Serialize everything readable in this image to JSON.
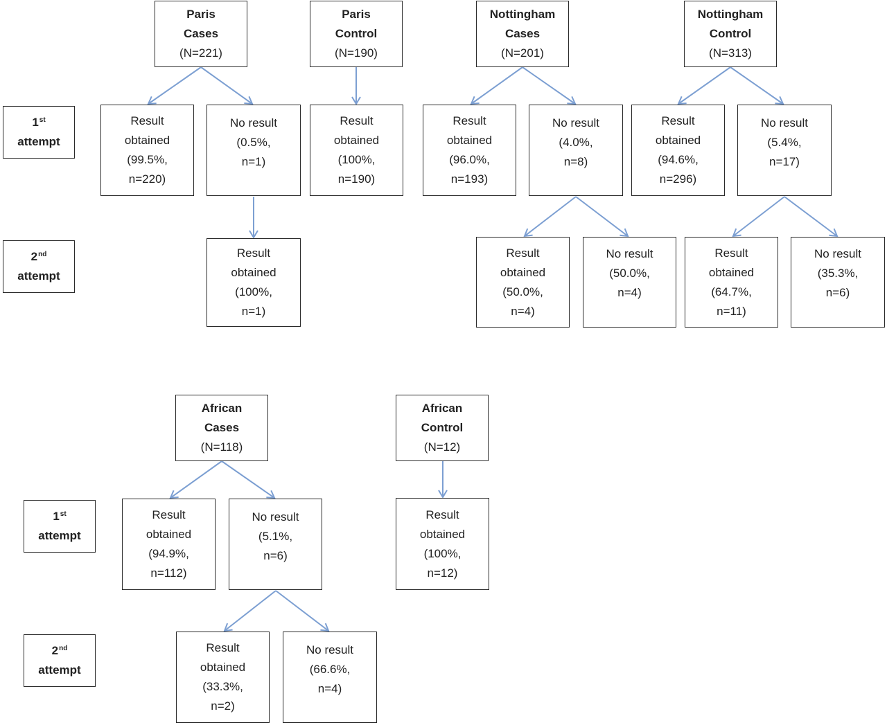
{
  "labels": {
    "first_num": "1",
    "first_sup": "st",
    "first_word": "attempt",
    "second_num": "2",
    "second_sup": "nd",
    "second_word": "attempt"
  },
  "groups": {
    "paris_cases": {
      "l1": "Paris",
      "l2": "Cases",
      "n": "(N=221)"
    },
    "paris_control": {
      "l1": "Paris",
      "l2": "Control",
      "n": "(N=190)"
    },
    "nott_cases": {
      "l1": "Nottingham",
      "l2": "Cases",
      "n": "(N=201)"
    },
    "nott_control": {
      "l1": "Nottingham",
      "l2": "Control",
      "n": "(N=313)"
    },
    "african_cases": {
      "l1": "African",
      "l2": "Cases",
      "n": "(N=118)"
    },
    "african_control": {
      "l1": "African",
      "l2": "Control",
      "n": "(N=12)"
    }
  },
  "results": {
    "pc_a1_ok": [
      "Result",
      "obtained",
      "(99.5%,",
      "n=220)"
    ],
    "pc_a1_no": [
      "No result",
      "(0.5%,",
      "n=1)"
    ],
    "pc_a2_ok": [
      "Result",
      "obtained",
      "(100%,",
      "n=1)"
    ],
    "pk_a1_ok": [
      "Result",
      "obtained",
      "(100%,",
      "n=190)"
    ],
    "nc_a1_ok": [
      "Result",
      "obtained",
      "(96.0%,",
      "n=193)"
    ],
    "nc_a1_no": [
      "No result",
      "(4.0%,",
      "n=8)"
    ],
    "nc_a2_ok": [
      "Result",
      "obtained",
      "(50.0%,",
      "n=4)"
    ],
    "nc_a2_no": [
      "No result",
      "(50.0%,",
      "n=4)"
    ],
    "nk_a1_ok": [
      "Result",
      "obtained",
      "(94.6%,",
      "n=296)"
    ],
    "nk_a1_no": [
      "No result",
      "(5.4%,",
      "n=17)"
    ],
    "nk_a2_ok": [
      "Result",
      "obtained",
      "(64.7%,",
      "n=11)"
    ],
    "nk_a2_no": [
      "No result",
      "(35.3%,",
      "n=6)"
    ],
    "ac_a1_ok": [
      "Result",
      "obtained",
      "(94.9%,",
      "n=112)"
    ],
    "ac_a1_no": [
      "No result",
      "(5.1%,",
      "n=6)"
    ],
    "ac_a2_ok": [
      "Result",
      "obtained",
      "(33.3%,",
      "n=2)"
    ],
    "ac_a2_no": [
      "No result",
      "(66.6%,",
      "n=4)"
    ],
    "ak_a1_ok": [
      "Result",
      "obtained",
      "(100%,",
      "n=12)"
    ]
  },
  "colors": {
    "arrow": "#7c9fd2",
    "border": "#2a2a2a"
  }
}
